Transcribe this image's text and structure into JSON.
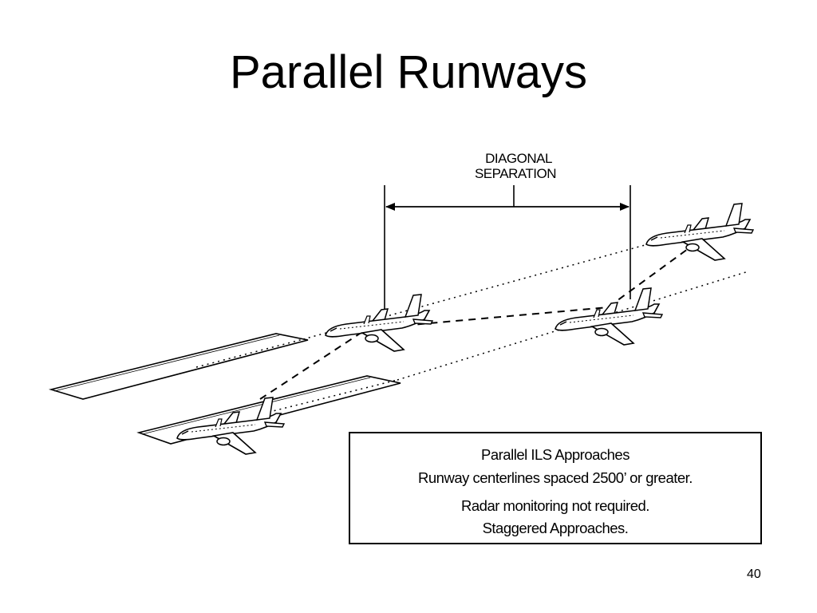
{
  "slide": {
    "title": "Parallel Runways",
    "page_number": "40"
  },
  "diagram": {
    "dimension_label_line1": "DIAGONAL",
    "dimension_label_line2": "SEPARATION"
  },
  "info_box": {
    "line1": "Parallel ILS Approaches",
    "line2": "Runway centerlines spaced 2500’ or greater.",
    "line3": "Radar monitoring not required.",
    "line4": "Staggered Approaches."
  }
}
